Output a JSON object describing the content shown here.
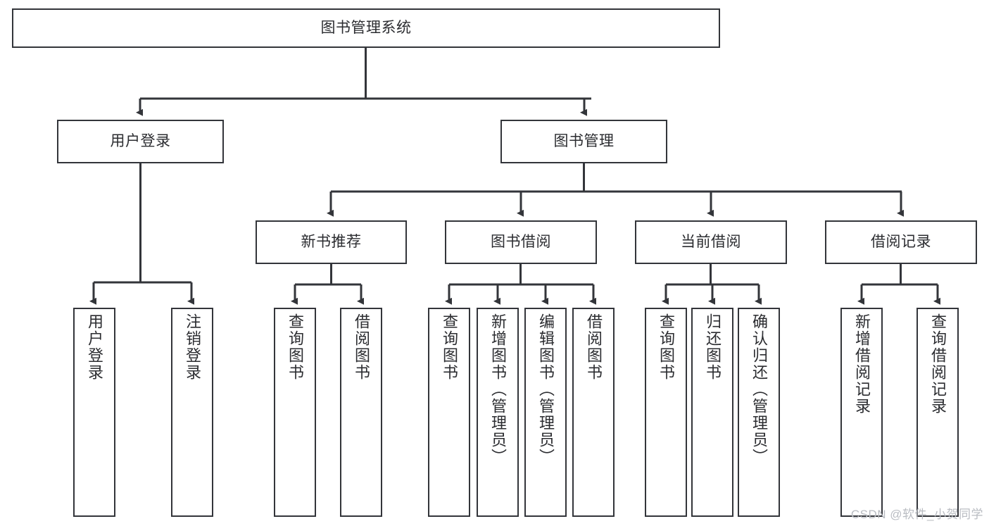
{
  "diagram": {
    "title": "图书管理系统",
    "type": "tree-hierarchy-functional-decomposition",
    "root": {
      "label": "图书管理系统"
    },
    "level2": [
      {
        "label": "用户登录"
      },
      {
        "label": "图书管理"
      }
    ],
    "level3": [
      {
        "label": "新书推荐"
      },
      {
        "label": "图书借阅"
      },
      {
        "label": "当前借阅"
      },
      {
        "label": "借阅记录"
      }
    ],
    "leaves": {
      "user_login": [
        {
          "label": "用户登录"
        },
        {
          "label": "注销登录"
        }
      ],
      "new_book_recommend": [
        {
          "label": "查询图书"
        },
        {
          "label": "借阅图书"
        }
      ],
      "book_borrow": [
        {
          "label": "查询图书"
        },
        {
          "label": "新增图书（管理员）"
        },
        {
          "label": "编辑图书（管理员）"
        },
        {
          "label": "借阅图书"
        }
      ],
      "current_borrow": [
        {
          "label": "查询图书"
        },
        {
          "label": "归还图书"
        },
        {
          "label": "确认归还（管理员）"
        }
      ],
      "borrow_record": [
        {
          "label": "新增借阅记录"
        },
        {
          "label": "查询借阅记录"
        }
      ]
    }
  },
  "watermark": {
    "text": "CSDN @软件_小贺同学"
  },
  "colors": {
    "stroke": "#33353a",
    "text": "#2b2c30",
    "background": "#ffffff",
    "watermark": "#b9bcc2"
  }
}
